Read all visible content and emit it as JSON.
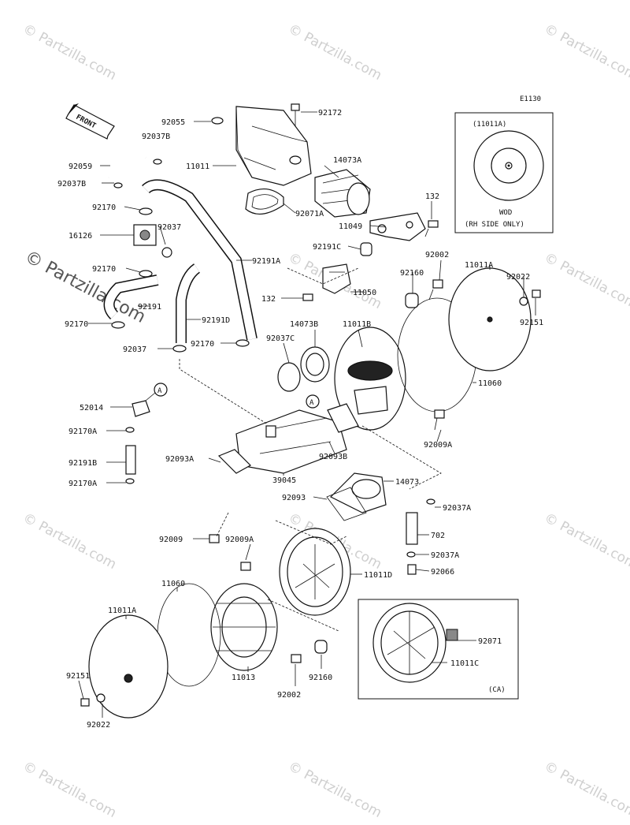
{
  "diagram_code": "E1130",
  "front_label": "FRONT",
  "watermark": "© Partzilla.com",
  "inset_top": {
    "ref": "(11011A)",
    "caption_line1": "WOD",
    "caption_line2": "(RH SIDE ONLY)"
  },
  "inset_bottom": {
    "caption": "(CA)"
  },
  "callouts": {
    "a": "A"
  },
  "labels": {
    "p92055": "92055",
    "p92172": "92172",
    "p92037B": "92037B",
    "p92059": "92059",
    "p11011": "11011",
    "p14073A": "14073A",
    "p92037B_2": "92037B",
    "p92071A": "92071A",
    "p92170_1": "92170",
    "p132_1": "132",
    "p11049": "11049",
    "p92037": "92037",
    "p16126": "16126",
    "p92191C": "92191C",
    "p92191A": "92191A",
    "p92002_1": "92002",
    "p11011A_1": "11011A",
    "p92170_2": "92170",
    "p92160_1": "92160",
    "p92022_1": "92022",
    "p11050": "11050",
    "p132_2": "132",
    "p92191": "92191",
    "p92151_1": "92151",
    "p92191D": "92191D",
    "p92170_3": "92170",
    "p14073B": "14073B",
    "p11011B": "11011B",
    "p92037C": "92037C",
    "p92037_2": "92037",
    "p92170_4": "92170",
    "p11060_1": "11060",
    "p52014": "52014",
    "p92170A_1": "92170A",
    "p92009A_1": "92009A",
    "p92191B": "92191B",
    "p92093A": "92093A",
    "p92093B": "92093B",
    "p92170A_2": "92170A",
    "p39045": "39045",
    "p14073": "14073",
    "p92093": "92093",
    "p92037A_1": "92037A",
    "p702": "702",
    "p92009": "92009",
    "p92009A_2": "92009A",
    "p92037A_2": "92037A",
    "p11011D": "11011D",
    "p92066": "92066",
    "p11060_2": "11060",
    "p11011A_2": "11011A",
    "p92071": "92071",
    "p11011C": "11011C",
    "p92151_2": "92151",
    "p11013": "11013",
    "p92160_2": "92160",
    "p92002_2": "92002",
    "p92022_2": "92022"
  }
}
